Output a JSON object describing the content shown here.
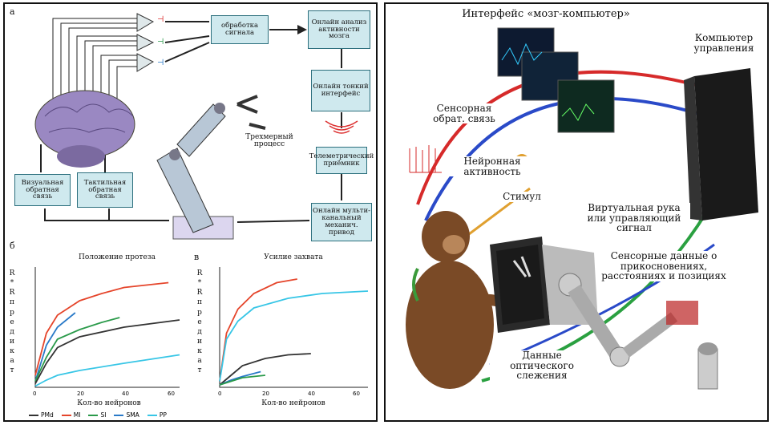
{
  "left": {
    "label_a": "а",
    "label_b": "б",
    "label_v": "в",
    "processing": "обработка сигнала",
    "online_brain": "Онлайн анализ активности мозга",
    "online_bmi": "Онлайн тонкий интерфейс",
    "telemetry": "Телеметрический приёмник",
    "online_multi": "Онлайн мульти-канальный механич. привод",
    "three_dim": "Трехмерный процесс",
    "visual_fb": "Визуальная обратная связь",
    "tactile_fb": "Тактильная обратная связь"
  },
  "chart_b": {
    "title": "Положение протеза",
    "xlabel": "Кол-во нейронов",
    "ylabel": "R*R предикат",
    "xticks": [
      "0",
      "20",
      "40",
      "60"
    ]
  },
  "chart_v": {
    "title": "Усилие захвата",
    "xlabel": "Кол-во нейронов",
    "ylabel": "R*R предикат",
    "xticks": [
      "0",
      "20",
      "40",
      "60"
    ]
  },
  "legend": [
    {
      "name": "PMd",
      "color": "#333333"
    },
    {
      "name": "MI",
      "color": "#e5452b"
    },
    {
      "name": "SI",
      "color": "#2a9a4a"
    },
    {
      "name": "SMA",
      "color": "#2a7ac8"
    },
    {
      "name": "PP",
      "color": "#38c6e6"
    }
  ],
  "chart_data": [
    {
      "type": "line",
      "title": "Положение протеза",
      "xlabel": "Кол-во нейронов",
      "ylabel": "R*R предикат",
      "xlim": [
        0,
        65
      ],
      "ylim": [
        0,
        1
      ],
      "series": [
        {
          "name": "MI",
          "x": [
            0,
            5,
            10,
            20,
            30,
            40,
            50,
            60
          ],
          "y": [
            0.1,
            0.45,
            0.6,
            0.72,
            0.78,
            0.83,
            0.85,
            0.87
          ]
        },
        {
          "name": "SMA",
          "x": [
            0,
            5,
            10,
            18
          ],
          "y": [
            0.05,
            0.35,
            0.5,
            0.62
          ]
        },
        {
          "name": "SI",
          "x": [
            0,
            5,
            10,
            20,
            30,
            38
          ],
          "y": [
            0.05,
            0.25,
            0.4,
            0.48,
            0.54,
            0.58
          ]
        },
        {
          "name": "PMd",
          "x": [
            0,
            5,
            10,
            20,
            40,
            65
          ],
          "y": [
            0.03,
            0.2,
            0.33,
            0.42,
            0.5,
            0.56
          ]
        },
        {
          "name": "PP",
          "x": [
            0,
            5,
            10,
            20,
            40,
            65
          ],
          "y": [
            0.01,
            0.06,
            0.1,
            0.14,
            0.2,
            0.27
          ]
        }
      ]
    },
    {
      "type": "line",
      "title": "Усилие захвата",
      "xlabel": "Кол-во нейронов",
      "ylabel": "R*R предикат",
      "xlim": [
        0,
        65
      ],
      "ylim": [
        0,
        1
      ],
      "series": [
        {
          "name": "MI",
          "x": [
            0,
            3,
            8,
            15,
            25,
            34
          ],
          "y": [
            0.05,
            0.45,
            0.65,
            0.78,
            0.87,
            0.9
          ]
        },
        {
          "name": "PP",
          "x": [
            0,
            3,
            8,
            15,
            30,
            45,
            65
          ],
          "y": [
            0.05,
            0.4,
            0.55,
            0.66,
            0.74,
            0.78,
            0.8
          ]
        },
        {
          "name": "PMd",
          "x": [
            0,
            5,
            10,
            20,
            30,
            40
          ],
          "y": [
            0.02,
            0.1,
            0.18,
            0.24,
            0.27,
            0.28
          ]
        },
        {
          "name": "SMA",
          "x": [
            0,
            5,
            10,
            18
          ],
          "y": [
            0.02,
            0.06,
            0.09,
            0.13
          ]
        },
        {
          "name": "SI",
          "x": [
            0,
            5,
            10,
            20
          ],
          "y": [
            0.02,
            0.05,
            0.08,
            0.1
          ]
        }
      ]
    }
  ],
  "right": {
    "bmi": "Интерфейс «мозг-компьютер»",
    "computer": "Компьютер управления",
    "sensory_fb": "Сенсорная обрат. связь",
    "neural": "Нейронная активность",
    "stimul": "Стимул",
    "virtual_arm": "Виртуальная рука или управляющий сигнал",
    "sensor_data": "Сенсорные данные о прикосновениях, расстояниях и позициях",
    "optical": "Данные оптического слежения"
  }
}
